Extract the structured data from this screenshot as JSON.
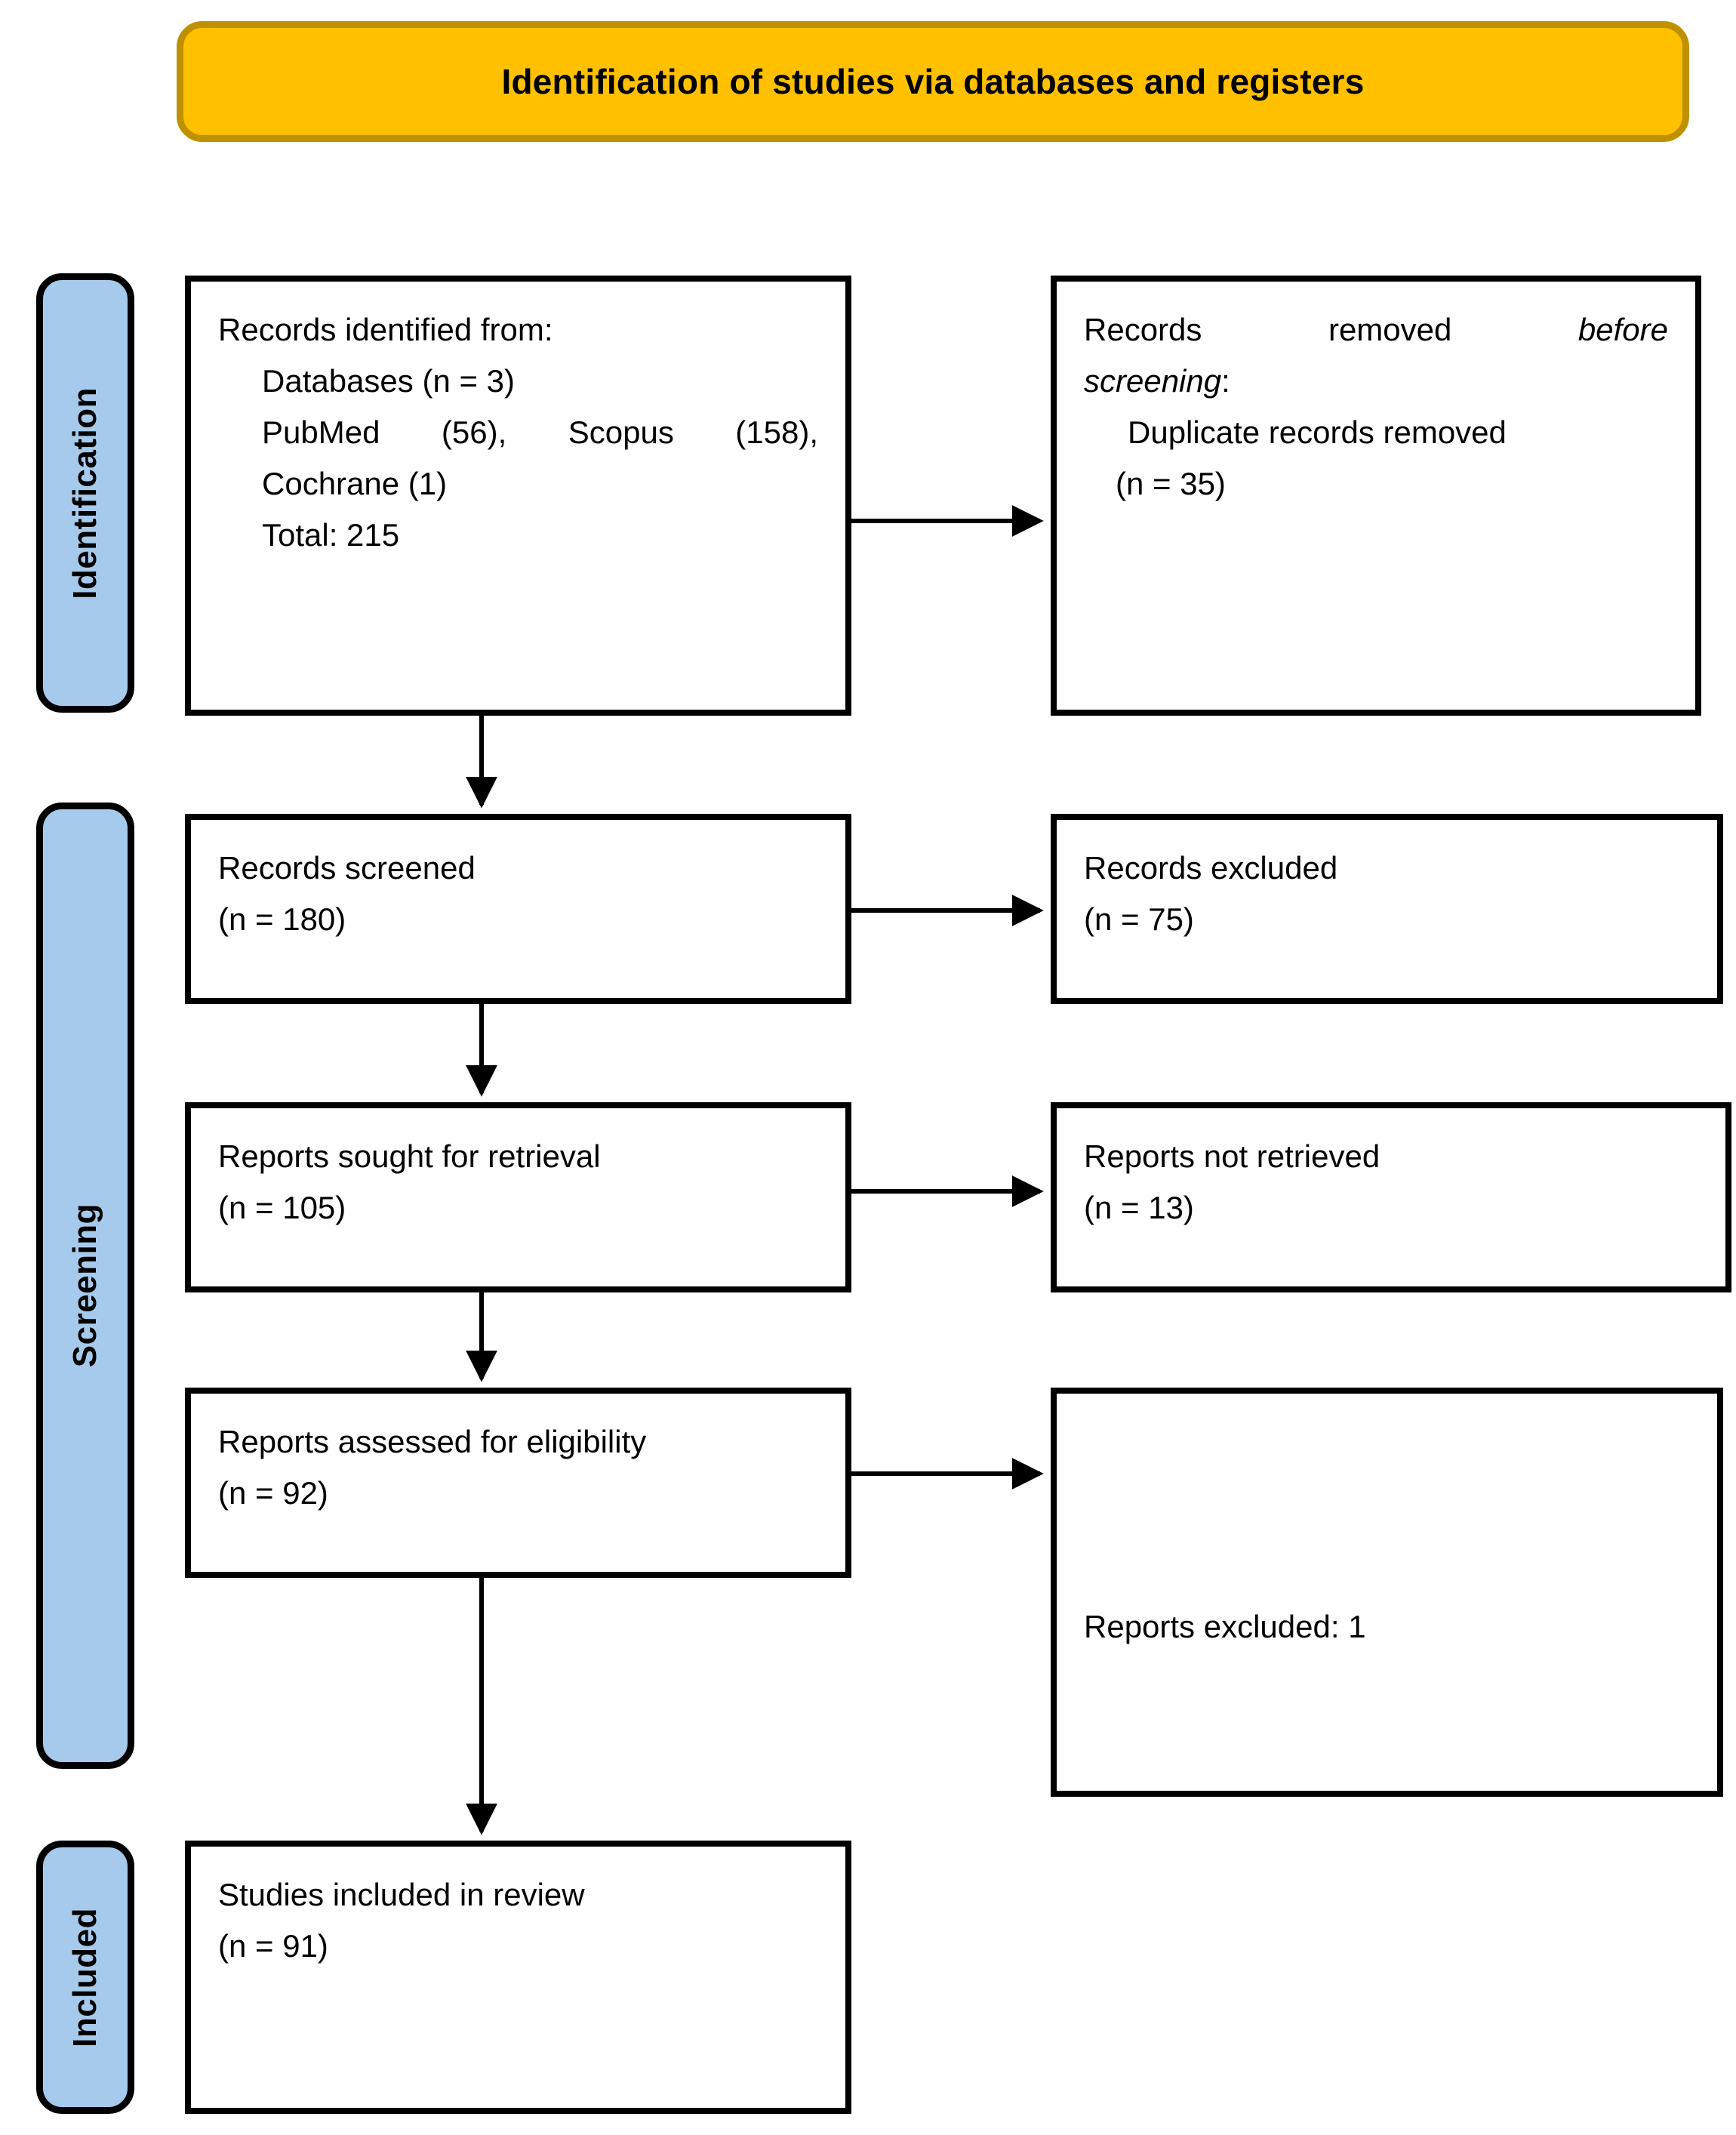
{
  "header": {
    "title": "Identification of studies via databases and registers",
    "fill_color": "#FFC000",
    "border_color": "#BF9000"
  },
  "stages": [
    {
      "id": "identification",
      "label": "Identification",
      "fill_color": "#A6CAEC"
    },
    {
      "id": "screening",
      "label": "Screening",
      "fill_color": "#A6CAEC"
    },
    {
      "id": "included",
      "label": "Included",
      "fill_color": "#A6CAEC"
    }
  ],
  "boxes": {
    "identified": {
      "l1": "Records identified from:",
      "l2": "Databases (n = 3)",
      "l3": "PubMed (56), Scopus (158),",
      "l4": "Cochrane (1)",
      "l5": "Total: 215"
    },
    "removed": {
      "l1a": "Records",
      "l1b": "removed",
      "l1c": "before",
      "l2": "screening",
      "l2b": ":",
      "l3": "Duplicate records removed",
      "l4": "(n = 35)"
    },
    "screened": {
      "l1": "Records screened",
      "l2": "(n = 180)"
    },
    "excluded_records": {
      "l1": "Records excluded",
      "l2": "(n = 75)"
    },
    "sought": {
      "l1": "Reports sought for retrieval",
      "l2": "(n = 105)"
    },
    "not_retrieved": {
      "l1": "Reports not retrieved",
      "l2": "(n = 13)"
    },
    "assessed": {
      "l1": "Reports assessed for eligibility",
      "l2": "(n = 92)"
    },
    "excluded_reports": {
      "l1": "Reports excluded: 1"
    },
    "included": {
      "l1": "Studies included in review",
      "l2": "(n = 91)"
    }
  },
  "arrows": [
    {
      "name": "identified-to-removed",
      "direction": "right"
    },
    {
      "name": "identified-to-screened",
      "direction": "down"
    },
    {
      "name": "screened-to-excluded",
      "direction": "right"
    },
    {
      "name": "screened-to-sought",
      "direction": "down"
    },
    {
      "name": "sought-to-not-retrieved",
      "direction": "right"
    },
    {
      "name": "sought-to-assessed",
      "direction": "down"
    },
    {
      "name": "assessed-to-excluded",
      "direction": "right"
    },
    {
      "name": "assessed-to-included",
      "direction": "down"
    }
  ]
}
